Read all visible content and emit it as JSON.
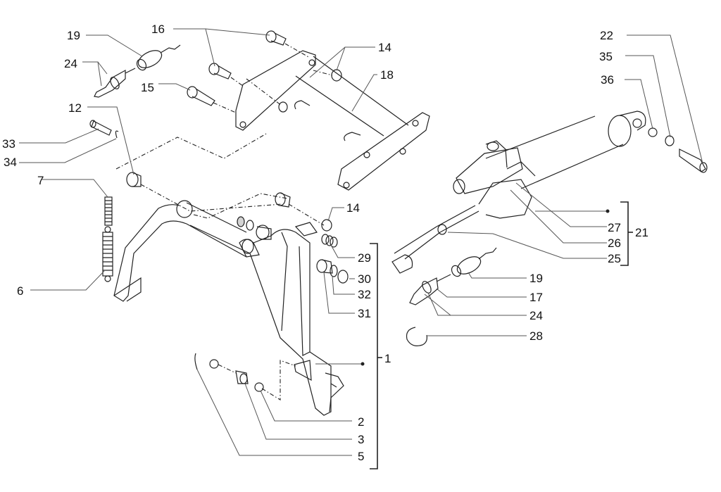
{
  "diagram": {
    "title": "Exploded parts diagram — pedal / actuator assembly",
    "callouts": [
      {
        "id": "19a",
        "text": "19"
      },
      {
        "id": "16",
        "text": "16"
      },
      {
        "id": "14a",
        "text": "14"
      },
      {
        "id": "18",
        "text": "18"
      },
      {
        "id": "24a",
        "text": "24"
      },
      {
        "id": "15",
        "text": "15"
      },
      {
        "id": "12",
        "text": "12"
      },
      {
        "id": "33",
        "text": "33"
      },
      {
        "id": "34",
        "text": "34"
      },
      {
        "id": "7",
        "text": "7"
      },
      {
        "id": "6",
        "text": "6"
      },
      {
        "id": "14b",
        "text": "14"
      },
      {
        "id": "29",
        "text": "29"
      },
      {
        "id": "30",
        "text": "30"
      },
      {
        "id": "32",
        "text": "32"
      },
      {
        "id": "31",
        "text": "31"
      },
      {
        "id": "1",
        "text": "1"
      },
      {
        "id": "2",
        "text": "2"
      },
      {
        "id": "3",
        "text": "3"
      },
      {
        "id": "5",
        "text": "5"
      },
      {
        "id": "22",
        "text": "22"
      },
      {
        "id": "35",
        "text": "35"
      },
      {
        "id": "36",
        "text": "36"
      },
      {
        "id": "27",
        "text": "27"
      },
      {
        "id": "21",
        "text": "21"
      },
      {
        "id": "26",
        "text": "26"
      },
      {
        "id": "25",
        "text": "25"
      },
      {
        "id": "19b",
        "text": "19"
      },
      {
        "id": "17",
        "text": "17"
      },
      {
        "id": "24b",
        "text": "24"
      },
      {
        "id": "28",
        "text": "28"
      }
    ],
    "groups": [
      {
        "id": "group-1",
        "label": "1",
        "members": [
          "29",
          "30",
          "32",
          "31",
          "2",
          "3",
          "5"
        ]
      },
      {
        "id": "group-21",
        "label": "21",
        "members": [
          "27",
          "26",
          "25"
        ]
      }
    ]
  }
}
